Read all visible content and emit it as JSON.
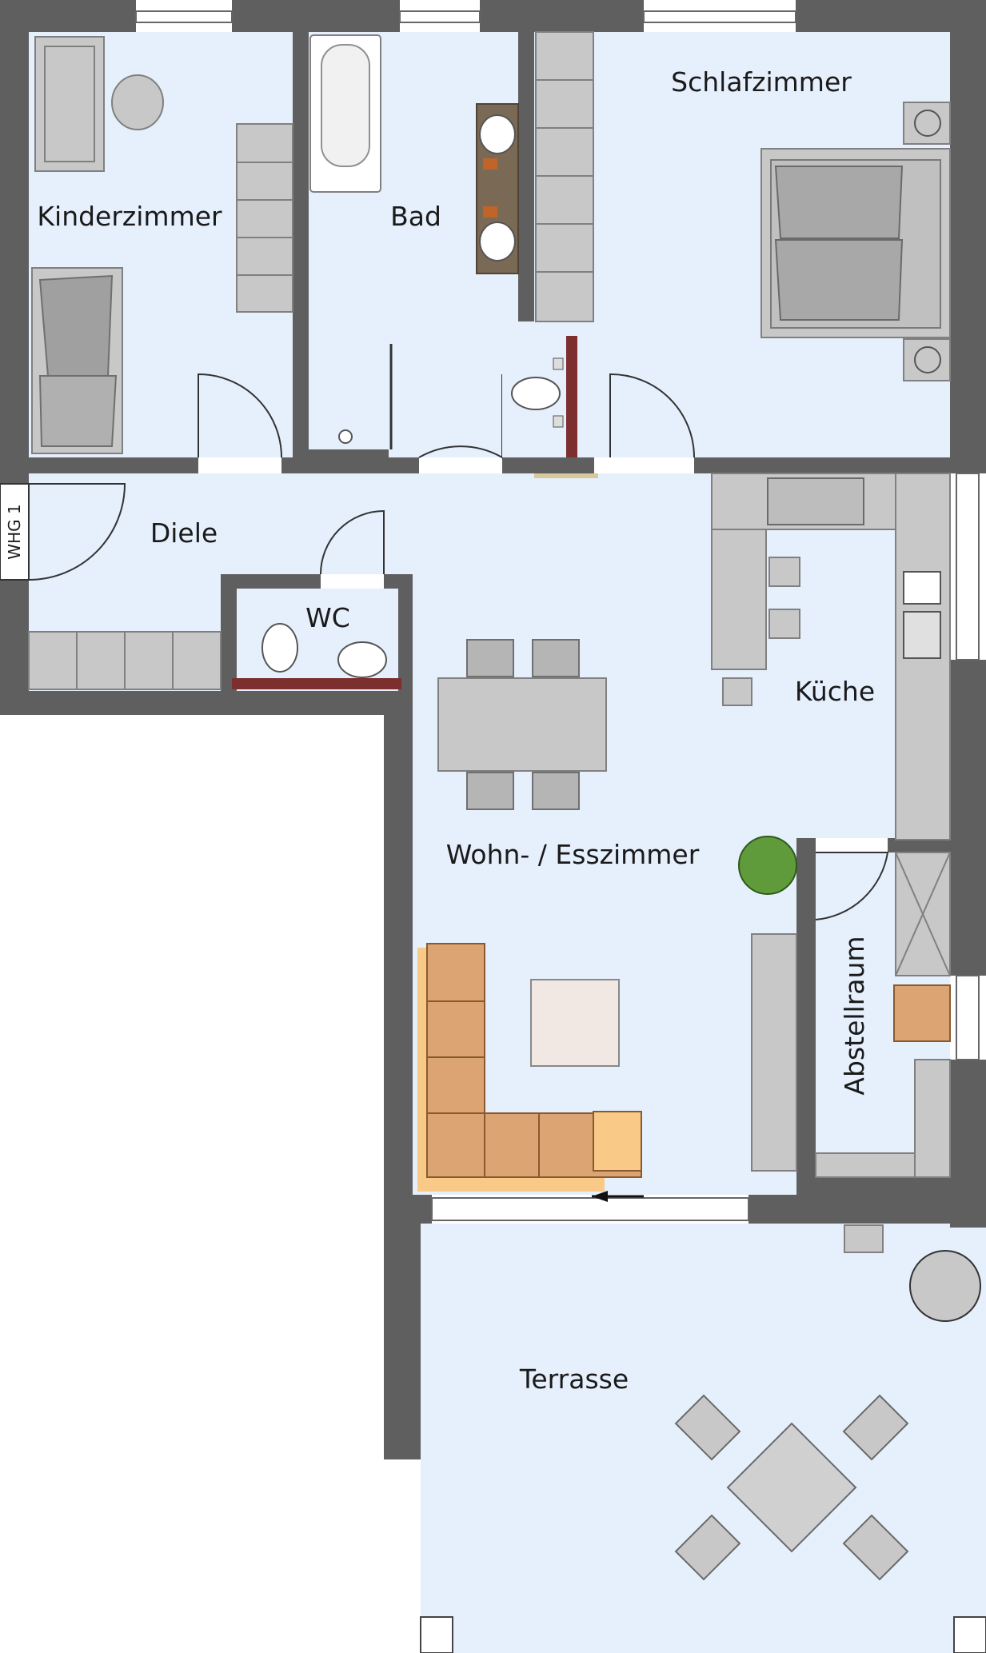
{
  "rooms": {
    "kinderzimmer": "Kinderzimmer",
    "bad": "Bad",
    "schlafzimmer": "Schlafzimmer",
    "diele": "Diele",
    "wc": "WC",
    "kueche": "Küche",
    "wohn_esszimmer": "Wohn- / Esszimmer",
    "abstellraum": "Abstellraum",
    "terrasse": "Terrasse"
  },
  "unit_tag": "WHG 1",
  "colors": {
    "wall": "#5f5f60",
    "floor": "#e6f0fd",
    "furniture": "#c8c8c8",
    "sofa": "#dca472",
    "sofa_highlight": "#f8c987",
    "plant": "#5f9a3b",
    "vanity": "#7a6a55",
    "wc_wall": "#7d2e2e"
  },
  "icons": [
    "bathtub-icon",
    "sink-icon",
    "toilet-icon",
    "bed-icon",
    "desk-icon",
    "chair-icon",
    "wardrobe-icon",
    "sofa-icon",
    "dining-table-icon",
    "plant-icon",
    "kitchen-counter-icon",
    "stove-icon",
    "garden-table-icon",
    "round-table-icon"
  ]
}
